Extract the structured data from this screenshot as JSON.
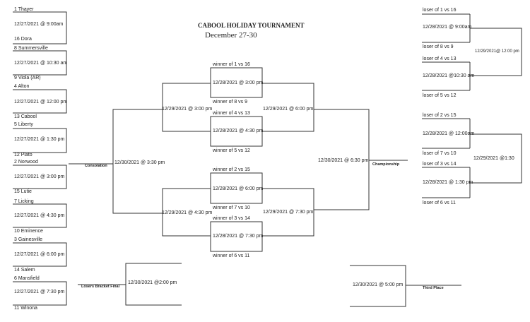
{
  "header": {
    "title": "CABOOL HOLIDAY TOURNAMENT",
    "dates": "December 27-30"
  },
  "left_bracket": {
    "teams": [
      "1  Thayer",
      "16  Dora",
      "8  Summersville",
      "9  Viola (AR)",
      "4  Alton",
      "13  Cabool",
      "5  Liberty",
      "12  Plato",
      "2  Norwood",
      "15 Lutie",
      "7  Licking",
      "10  Eminence",
      "3  Gainesville",
      "14  Salem",
      "6  Mansfield",
      "11  Winona"
    ],
    "round1_times": [
      "12/27/2021 @ 9:00am",
      "12/27/2021 @ 10:30 am",
      "12/27/2021 @ 12:00 pm",
      "12/27/2021 @ 1:30 pm",
      "12/27/2021 @ 3:00 pm",
      "12/27/2021 @ 4:30 pm",
      "12/27/2021 @ 6:00 pm",
      "12/27/2021 @ 7:30 pm"
    ]
  },
  "center_bracket": {
    "winner_labels": [
      "winner of 1 vs 16",
      "winner of 8 vs 9",
      "winner of 4 vs 13",
      "winner of 5 vs 12",
      "winner of 2 vs 15",
      "winner of 7 vs 10",
      "winner of 3 vs 14",
      "winner of 6 vs 11"
    ],
    "quarter_times": [
      "12/28/2021 @ 3:00 pm",
      "12/28/2021 @ 4:30 pm",
      "12/28/2021 @ 6:00 pm",
      "12/28/2021 @ 7:30 pm"
    ],
    "consolation_semis": [
      "12/29/2021 @ 3:00 pm",
      "12/29/2021 @ 4:30 pm"
    ],
    "championship_semis": [
      "12/29/2021 @ 6:00 pm",
      "12/29/2021 @ 7:30 pm"
    ],
    "consolation_final": "12/30/2021 @ 3:30 pm",
    "consolation_label": "Consolation",
    "championship_final": "12/30/2021 @ 6:30 pm",
    "championship_label": "Championship"
  },
  "right_bracket": {
    "loser_labels": [
      "loser of 1 vs 16",
      "loser of 8 vs 9",
      "loser of 4 vs 13",
      "loser of 5 vs 12",
      "loser of 2 vs 15",
      "loser of 7 vs 10",
      "loser of 3 vs 14",
      "loser of 6 vs 11"
    ],
    "round_times": [
      "12/28/2021 @ 9:00am",
      "12/28/2021 @10:30 am",
      "12/28/2021 @ 12:00am",
      "12/28/2021 @ 1:30 pm"
    ],
    "semi_times": [
      "12/29/2021@ 12:00 pm",
      "12/29/2021 @1:30"
    ]
  },
  "bottom": {
    "losers_final_label": "Losers Bracket Final",
    "losers_final_time": "12/30/2021 @2:00 pm",
    "third_place_label": "Third Place",
    "third_place_time": "12/30/2021 @ 5:00 pm"
  }
}
